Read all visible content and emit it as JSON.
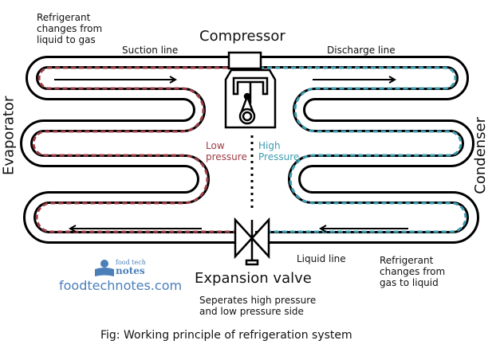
{
  "title": "Fig: Working principle of refrigeration system",
  "components": {
    "compressor": "Compressor",
    "evaporator": "Evaporator",
    "condenser": "Condenser",
    "expansion_valve": "Expansion valve"
  },
  "lines": {
    "suction": "Suction line",
    "discharge": "Discharge line",
    "liquid": "Liquid line"
  },
  "notes": {
    "evaporator_note": [
      "Refrigerant",
      "changes from",
      "liquid to gas"
    ],
    "condenser_note": [
      "Refrigerant",
      "changes from",
      "gas to liquid"
    ],
    "valve_note": [
      "Seperates high pressure",
      "and low pressure side"
    ]
  },
  "pressure": {
    "low": [
      "Low",
      "pressure"
    ],
    "high": [
      "High",
      "Pressure"
    ]
  },
  "brand": {
    "logo_line1": "food tech",
    "logo_line2": "notes",
    "site": "foodtechnotes.com"
  },
  "colors": {
    "low_side": "#9e3c45",
    "high_side": "#3c9cb0",
    "pipe": "#000000",
    "brand": "#4a7fb8"
  }
}
